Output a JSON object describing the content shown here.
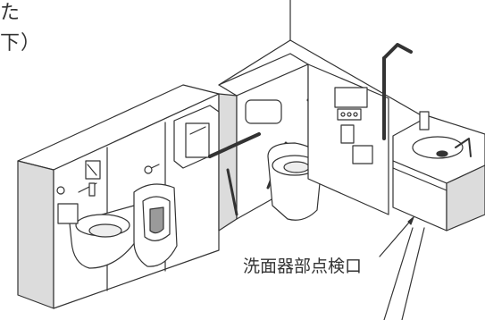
{
  "caption": {
    "line1": "た",
    "line2": "下）"
  },
  "callout": {
    "label": "洗面器部点検口"
  },
  "colors": {
    "line": "#333333",
    "fill": "#ffffff",
    "shade": "#dcdcdc",
    "dark": "#9a9a9a"
  }
}
